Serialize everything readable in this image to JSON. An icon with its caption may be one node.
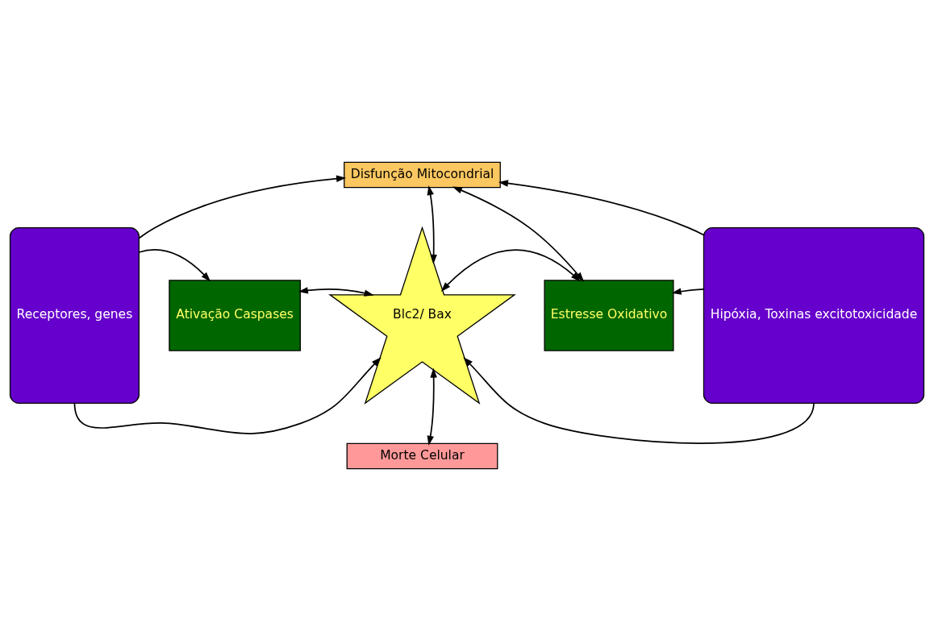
{
  "diagram": {
    "nodes": [
      {
        "text": [
          "Receptores, genes"
        ]
      },
      {
        "text": [
          "Disfunção Mitocondrial"
        ]
      },
      {
        "text": [
          "Hipóxia, Toxinas excitotoxicidade"
        ]
      },
      {
        "text": [
          "Ativação Caspases"
        ]
      },
      {
        "text": [
          "Blc2/ Bax"
        ]
      },
      {
        "text": [
          "Estresse Oxidativo"
        ]
      },
      {
        "text": [
          "Morte Celular"
        ]
      }
    ],
    "edges": [
      {
        "from": 0,
        "to": 1,
        "arrow": "to"
      },
      {
        "from": 2,
        "to": 1,
        "arrow": "to"
      },
      {
        "from": 1,
        "to": 4,
        "arrow": "both"
      },
      {
        "from": 1,
        "to": 5,
        "arrow": "both"
      },
      {
        "from": 0,
        "to": 3,
        "arrow": "to"
      },
      {
        "from": 3,
        "to": 4,
        "arrow": "both"
      },
      {
        "from": 4,
        "to": 5,
        "arrow": "both"
      },
      {
        "from": 2,
        "to": 5,
        "arrow": "to"
      },
      {
        "from": 0,
        "to": 4,
        "arrow": "to"
      },
      {
        "from": 2,
        "to": 4,
        "arrow": "to"
      },
      {
        "from": 4,
        "to": 6,
        "arrow": "both"
      }
    ]
  }
}
